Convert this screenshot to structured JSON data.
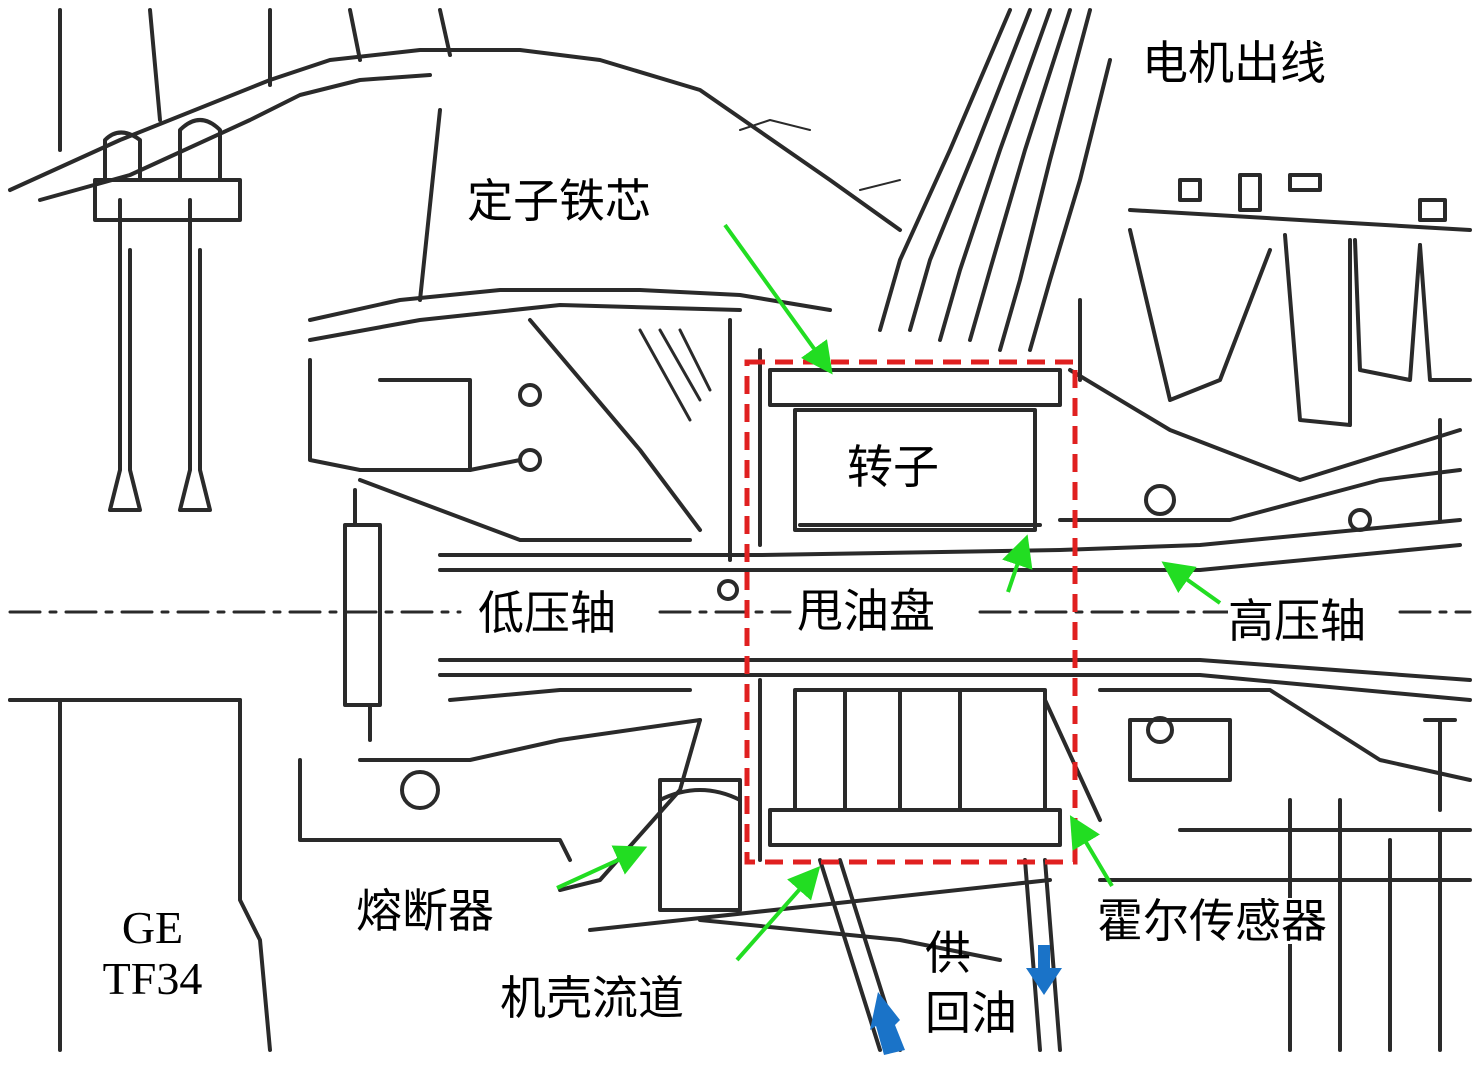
{
  "engine": {
    "line1": "GE",
    "line2": "TF34"
  },
  "labels": {
    "motor_leads": "电机出线",
    "stator_core": "定子铁芯",
    "rotor": "转子",
    "low_pressure_shaft": "低压轴",
    "oil_slinger": "甩油盘",
    "high_pressure_shaft": "高压轴",
    "fuse": "熔断器",
    "casing_channel": "机壳流道",
    "hall_sensor": "霍尔传感器",
    "oil_supply": "供",
    "oil_return": "回油"
  },
  "colors": {
    "arrow_green": "#22dd22",
    "arrow_blue": "#1a73c8",
    "highlight_box": "#e02020",
    "line_art": "#2a2a2a"
  }
}
